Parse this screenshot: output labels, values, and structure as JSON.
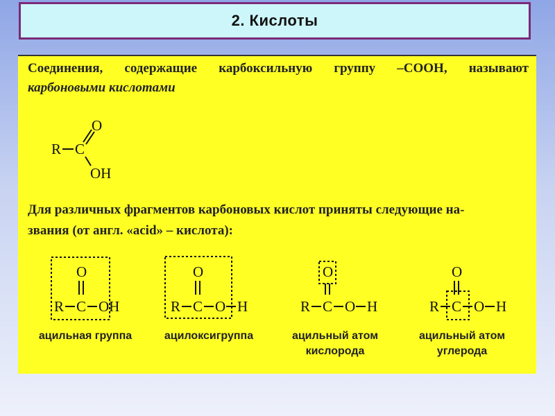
{
  "header": {
    "title": "2. Кислоты"
  },
  "intro": {
    "line1_words": [
      "Соединения,",
      "содержащие",
      "карбоксильную",
      "группу",
      "–COOH,",
      "называют"
    ],
    "line2_term": "карбоновыми кислотами"
  },
  "structure": {
    "r": "R",
    "c": "C",
    "o": "O",
    "oh": "OH"
  },
  "para2": {
    "line1": "Для различных фрагментов карбоновых кислот приняты следующие на-",
    "line2": "звания (от англ. «acid» – кислота):"
  },
  "fragments": [
    {
      "formula": "R–C–OH",
      "caption": "ацильная группа"
    },
    {
      "formula": "R–C–O–H",
      "caption": "ацилоксигруппа"
    },
    {
      "formula": "R–C–O–H",
      "caption_line1": "ацильный атом",
      "caption_line2": "кислорода"
    },
    {
      "formula": "R–C–O–H",
      "caption_line1": "ацильный атом",
      "caption_line2": "углерода"
    }
  ],
  "colors": {
    "slide": "#ffff24",
    "title_bg": "#cdf6fa",
    "title_border": "#7a2a78"
  }
}
